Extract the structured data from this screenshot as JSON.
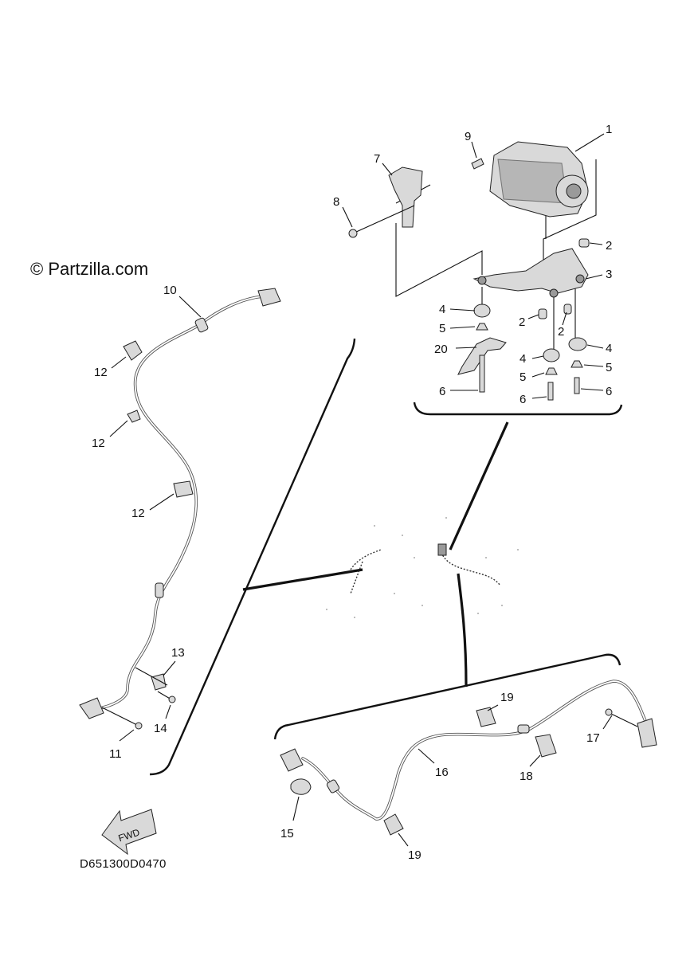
{
  "copyright": "© Partzilla.com",
  "diagram_code": "D651300D0470",
  "fwd_label": "FWD",
  "callouts": {
    "c1": "1",
    "c2a": "2",
    "c2b": "2",
    "c2c": "2",
    "c3": "3",
    "c4a": "4",
    "c4b": "4",
    "c4c": "4",
    "c5a": "5",
    "c5b": "5",
    "c5c": "5",
    "c6a": "6",
    "c6b": "6",
    "c6c": "6",
    "c7": "7",
    "c8": "8",
    "c9": "9",
    "c10": "10",
    "c11": "11",
    "c12a": "12",
    "c12b": "12",
    "c12c": "12",
    "c13": "13",
    "c14": "14",
    "c15": "15",
    "c16": "16",
    "c17": "17",
    "c18": "18",
    "c19a": "19",
    "c19b": "19",
    "c20": "20"
  }
}
